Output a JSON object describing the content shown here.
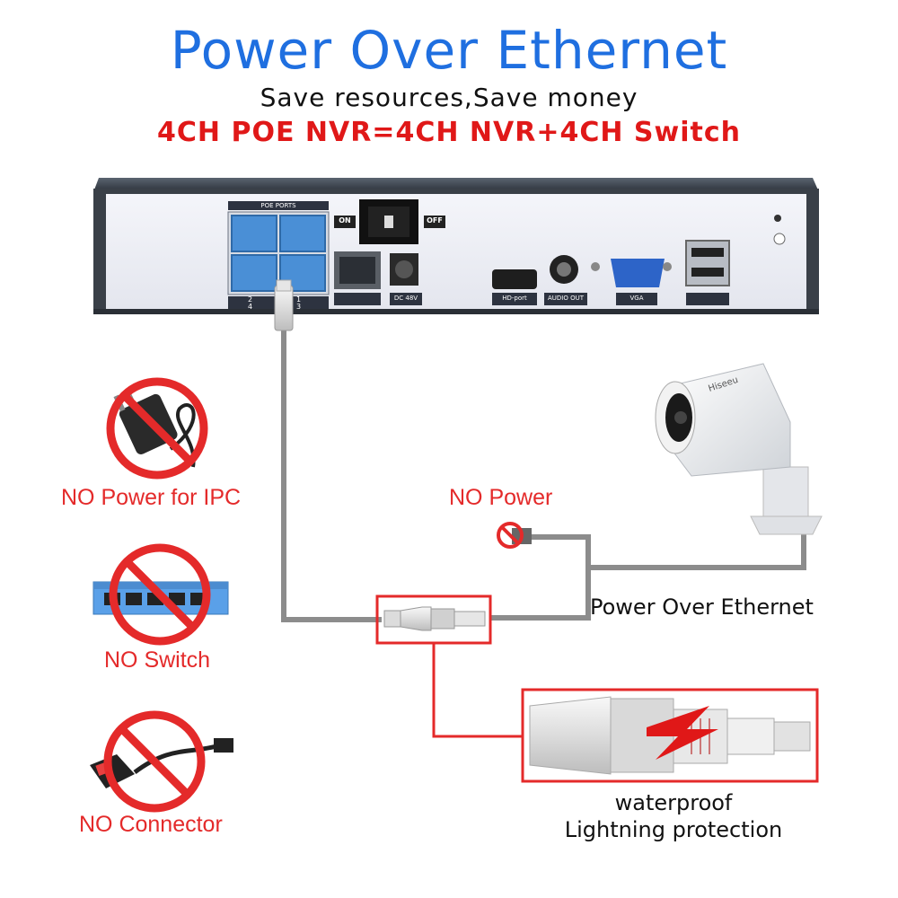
{
  "header": {
    "title": "Power Over Ethernet",
    "subtitle": "Save resources,Save money",
    "headline": "4CH POE NVR=4CH NVR+4CH Switch"
  },
  "nvr_panel": {
    "poe_ports_label": "POE PORTS",
    "port_numbers": [
      "2",
      "1",
      "4",
      "3"
    ],
    "on_label": "ON",
    "off_label": "OFF",
    "dc_label": "DC 48V",
    "hd_label": "HD-port",
    "audio_label": "AUDIO OUT",
    "vga_label": "VGA"
  },
  "left_items": [
    {
      "label": "NO Power for IPC",
      "icon": "power-adapter-icon"
    },
    {
      "label": "NO Switch",
      "icon": "network-switch-icon"
    },
    {
      "label": "NO Connector",
      "icon": "poe-splitter-icon"
    }
  ],
  "center": {
    "no_power_label": "NO Power",
    "poe_label": "Power Over Ethernet",
    "waterproof_label": "waterproof",
    "lightning_label": "Lightning protection"
  },
  "camera": {
    "brand": "Hiseeu"
  },
  "colors": {
    "title_blue": "#1f6fe0",
    "accent_red": "#e42a2a",
    "cable_gray": "#8c8c8c",
    "port_blue": "#4a8fd6"
  }
}
